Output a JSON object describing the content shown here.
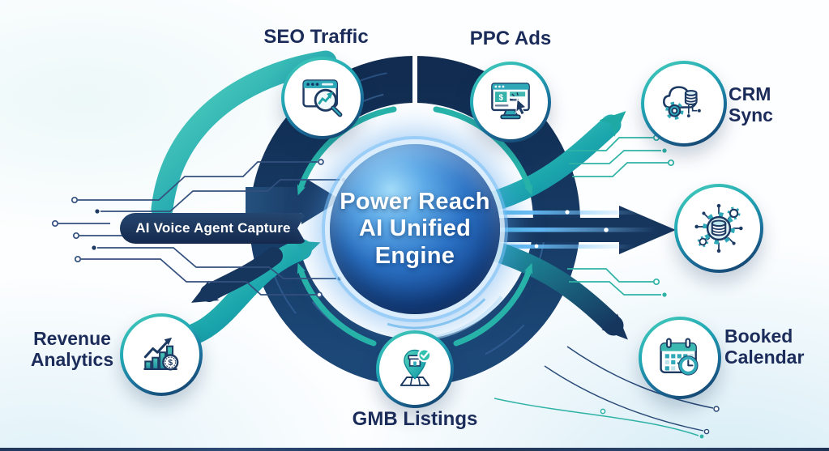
{
  "diagram": {
    "center": {
      "label": "Power Reach AI Unified Engine",
      "lines": [
        "Power Reach",
        "AI Unified",
        "Engine"
      ]
    },
    "banner": {
      "label": "AI Voice Agent Capture"
    },
    "nodes": [
      {
        "id": "seo-traffic",
        "label": "SEO Traffic",
        "lines": [
          "SEO Traffic"
        ],
        "icon": "seo-search-traffic-icon"
      },
      {
        "id": "ppc-ads",
        "label": "PPC Ads",
        "lines": [
          "PPC Ads"
        ],
        "icon": "ppc-monitor-click-icon"
      },
      {
        "id": "crm-sync",
        "label": "CRM Sync",
        "lines": [
          "CRM",
          "Sync"
        ],
        "icon": "crm-cloud-database-gear-icon"
      },
      {
        "id": "data-hub",
        "label": "",
        "lines": [],
        "icon": "data-gear-network-icon"
      },
      {
        "id": "booked-calendar",
        "label": "Booked Calendar",
        "lines": [
          "Booked",
          "Calendar"
        ],
        "icon": "calendar-clock-icon"
      },
      {
        "id": "gmb-listings",
        "label": "GMB Listings",
        "lines": [
          "GMB Listings"
        ],
        "icon": "map-pin-store-check-icon"
      },
      {
        "id": "revenue-analytics",
        "label": "Revenue Analytics",
        "lines": [
          "Revenue",
          "Analytics"
        ],
        "icon": "revenue-bars-dollar-icon"
      }
    ],
    "glyphs": {
      "dollar": "$"
    },
    "colors": {
      "teal": "#1fa4a8",
      "teal_light": "#47ceb9",
      "navy_ring": "#16355e",
      "navy_text": "#1b2c5a",
      "sphere_light": "#a2dbf8",
      "sphere_dark": "#0d2e64",
      "white": "#ffffff"
    }
  }
}
